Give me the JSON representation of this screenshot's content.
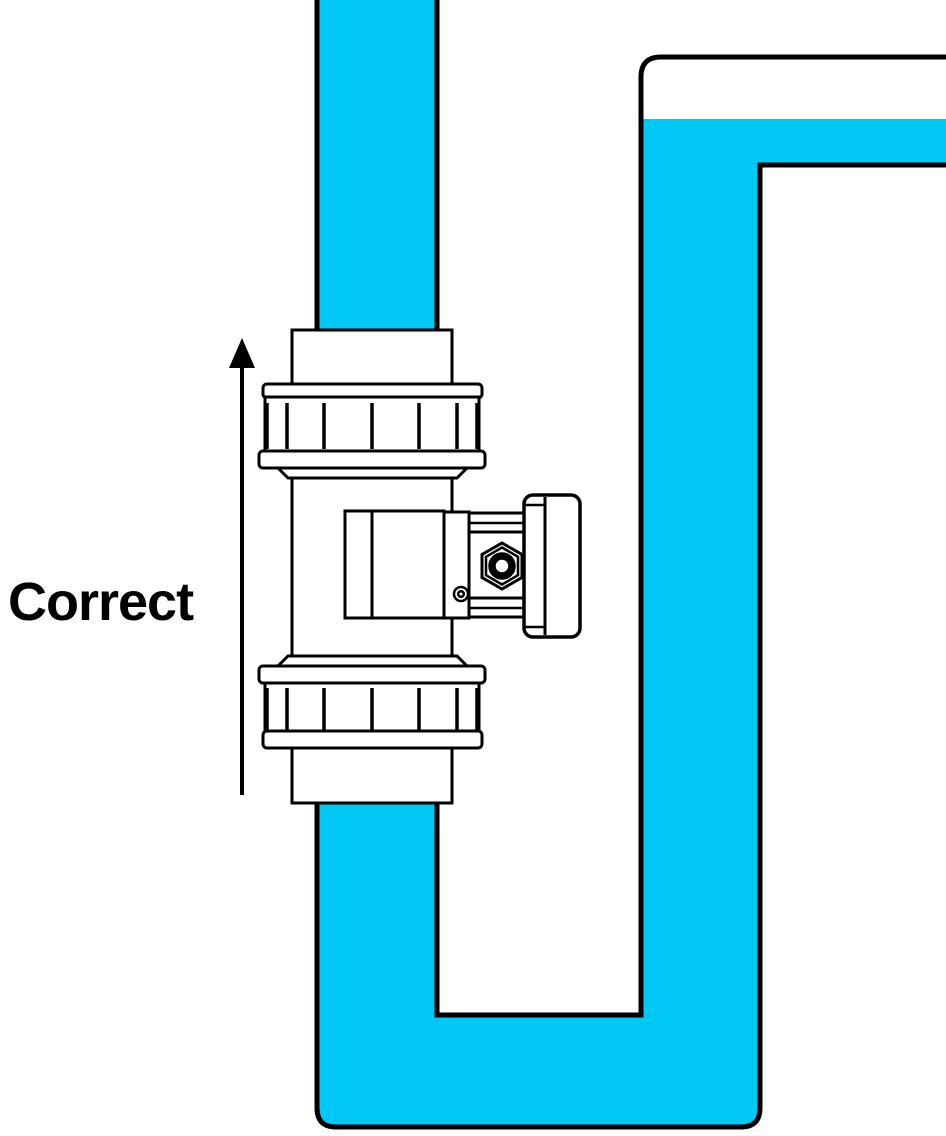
{
  "label": {
    "text": "Correct"
  },
  "flow_arrow": {
    "direction": "up"
  },
  "colors": {
    "water": "#00C8F5",
    "outline": "#000000"
  },
  "diagram": {
    "subject": "flow-sensor-installation-orientation",
    "components": [
      "vertical-pipe",
      "paddlewheel-flow-sensor",
      "union-nut-top",
      "union-nut-bottom",
      "u-bend-pipe",
      "riser-pipe",
      "open-tank",
      "water"
    ]
  }
}
